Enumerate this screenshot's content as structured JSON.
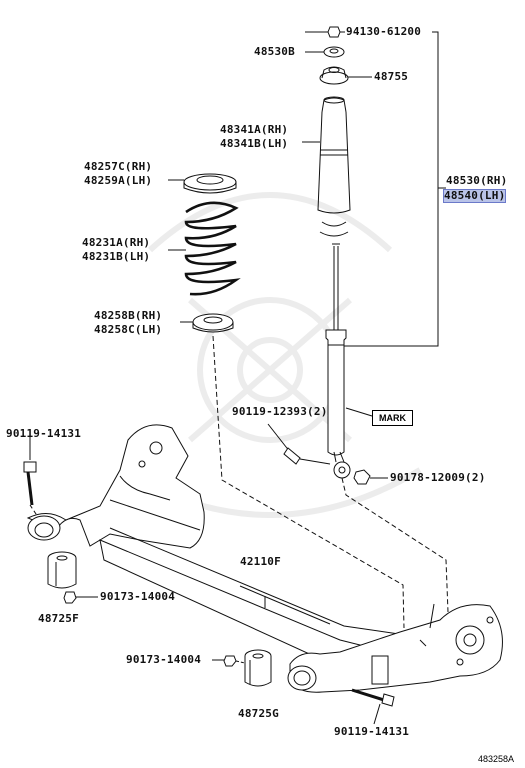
{
  "labels": {
    "nut_top": "94130-61200",
    "washer": "48530B",
    "cushion_top": "48755",
    "boot_rh": "48341A(RH)",
    "boot_lh": "48341B(LH)",
    "seat_upper_rh": "48257C(RH)",
    "seat_upper_lh": "48259A(LH)",
    "shock_rh": "48530(RH)",
    "shock_lh": "48540(LH)",
    "spring_rh": "48231A(RH)",
    "spring_lh": "48231B(LH)",
    "seat_lower_rh": "48258B(RH)",
    "seat_lower_lh": "48258C(LH)",
    "bolt_shock": "90119-12393(2)",
    "mark": "MARK",
    "bolt_left": "90119-14131",
    "nut_shock": "90178-12009(2)",
    "beam": "42110F",
    "nut_bushing_f": "90173-14004",
    "bushing_f": "48725F",
    "nut_bushing_g": "90173-14004",
    "bushing_g": "48725G",
    "bolt_bottom": "90119-14131"
  },
  "doc_id": "483258A",
  "colors": {
    "line": "#111111",
    "highlight": "#b9c3e8",
    "watermark": "#ececec"
  }
}
